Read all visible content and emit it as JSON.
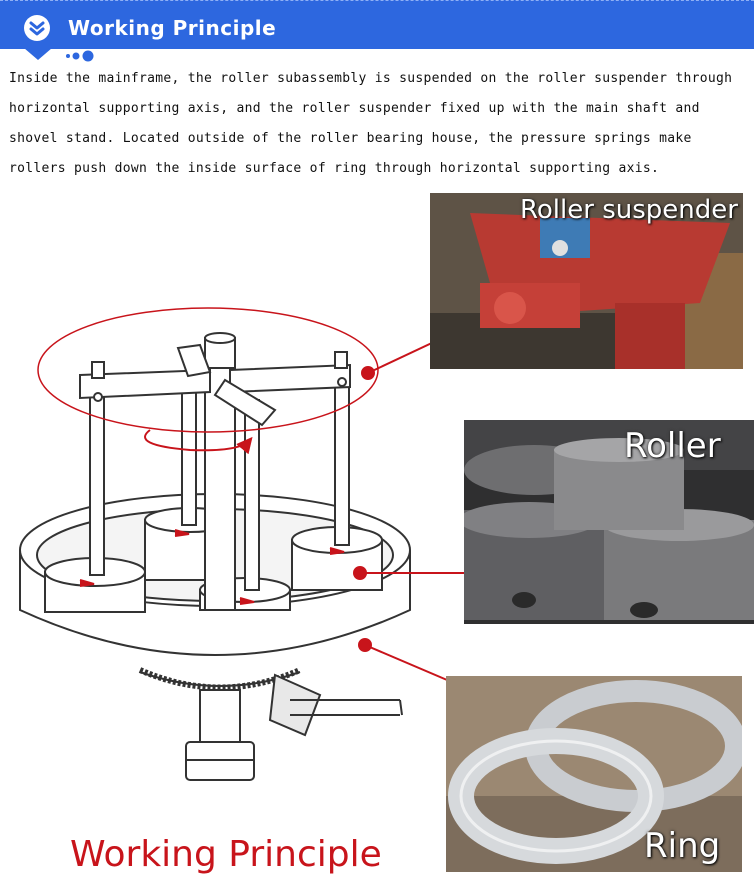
{
  "header": {
    "title": "Working Principle",
    "icon": "chevron-down-circle-icon",
    "color": "#2d67df"
  },
  "description": "Inside the mainframe, the roller subassembly is suspended on the roller suspender through horizontal supporting axis, and the roller suspender fixed up with the main shaft and shovel stand. Located outside of the roller bearing house, the pressure springs make rollers push down the inside surface of ring through horizontal supporting axis.",
  "photos": {
    "roller_suspender": {
      "label": "Roller suspender"
    },
    "roller": {
      "label": "Roller"
    },
    "ring": {
      "label": "Ring"
    }
  },
  "caption": "Working Principle",
  "accent_color": "#c8141b"
}
